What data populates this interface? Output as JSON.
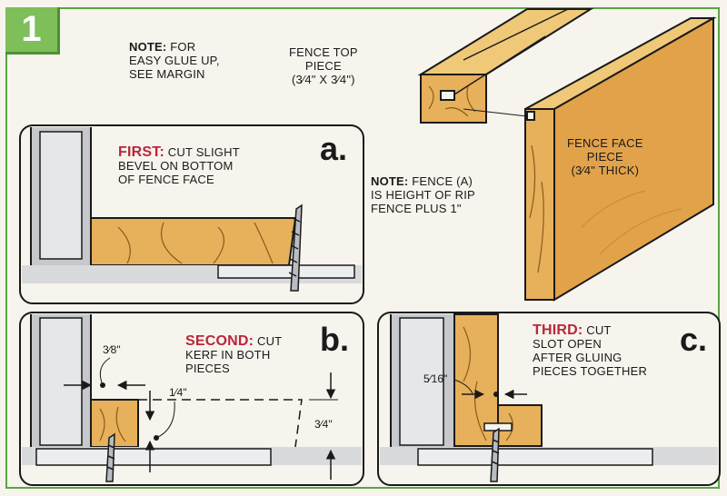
{
  "step_number": "1",
  "note_top": {
    "lead": "NOTE:",
    "line1": " FOR",
    "line2": "EASY GLUE UP,",
    "line3": "SEE MARGIN"
  },
  "fence_top_piece": {
    "line1": "FENCE TOP",
    "line2": "PIECE",
    "line3": "(3⁄4\" x 3⁄4\")"
  },
  "fence_face_piece": {
    "line1": "FENCE FACE",
    "line2": "PIECE",
    "line3": "(3⁄4\" THICK)"
  },
  "note_middle": {
    "lead": "NOTE:",
    "line1": " FENCE (A)",
    "line2": "IS HEIGHT OF RIP",
    "line3": "FENCE PLUS 1\""
  },
  "panel_a": {
    "letter": "a.",
    "lead": "FIRST:",
    "line1": " CUT SLIGHT",
    "line2": "BEVEL ON BOTTOM",
    "line3": "OF FENCE FACE"
  },
  "panel_b": {
    "letter": "b.",
    "lead": "SECOND:",
    "line1": " CUT",
    "line2": "KERF IN BOTH",
    "line3": "PIECES",
    "dim_3_8": "3⁄8\"",
    "dim_1_4": "1⁄4\"",
    "dim_3_4": "3⁄4\""
  },
  "panel_c": {
    "letter": "c.",
    "lead": "THIRD:",
    "line1": " CUT",
    "line2": "SLOT OPEN",
    "line3": "AFTER GLUING",
    "line4": "PIECES TOGETHER",
    "dim_5_16": "5⁄16\""
  },
  "colors": {
    "wood": "#e7b05a",
    "wood_grain": "#8a5a1e",
    "fence_gray": "#c6c8cc",
    "table_gray": "#d9dadc",
    "frame_green": "#5aa544",
    "badge_green": "#7fbf5a",
    "label_red": "#b8263a"
  }
}
